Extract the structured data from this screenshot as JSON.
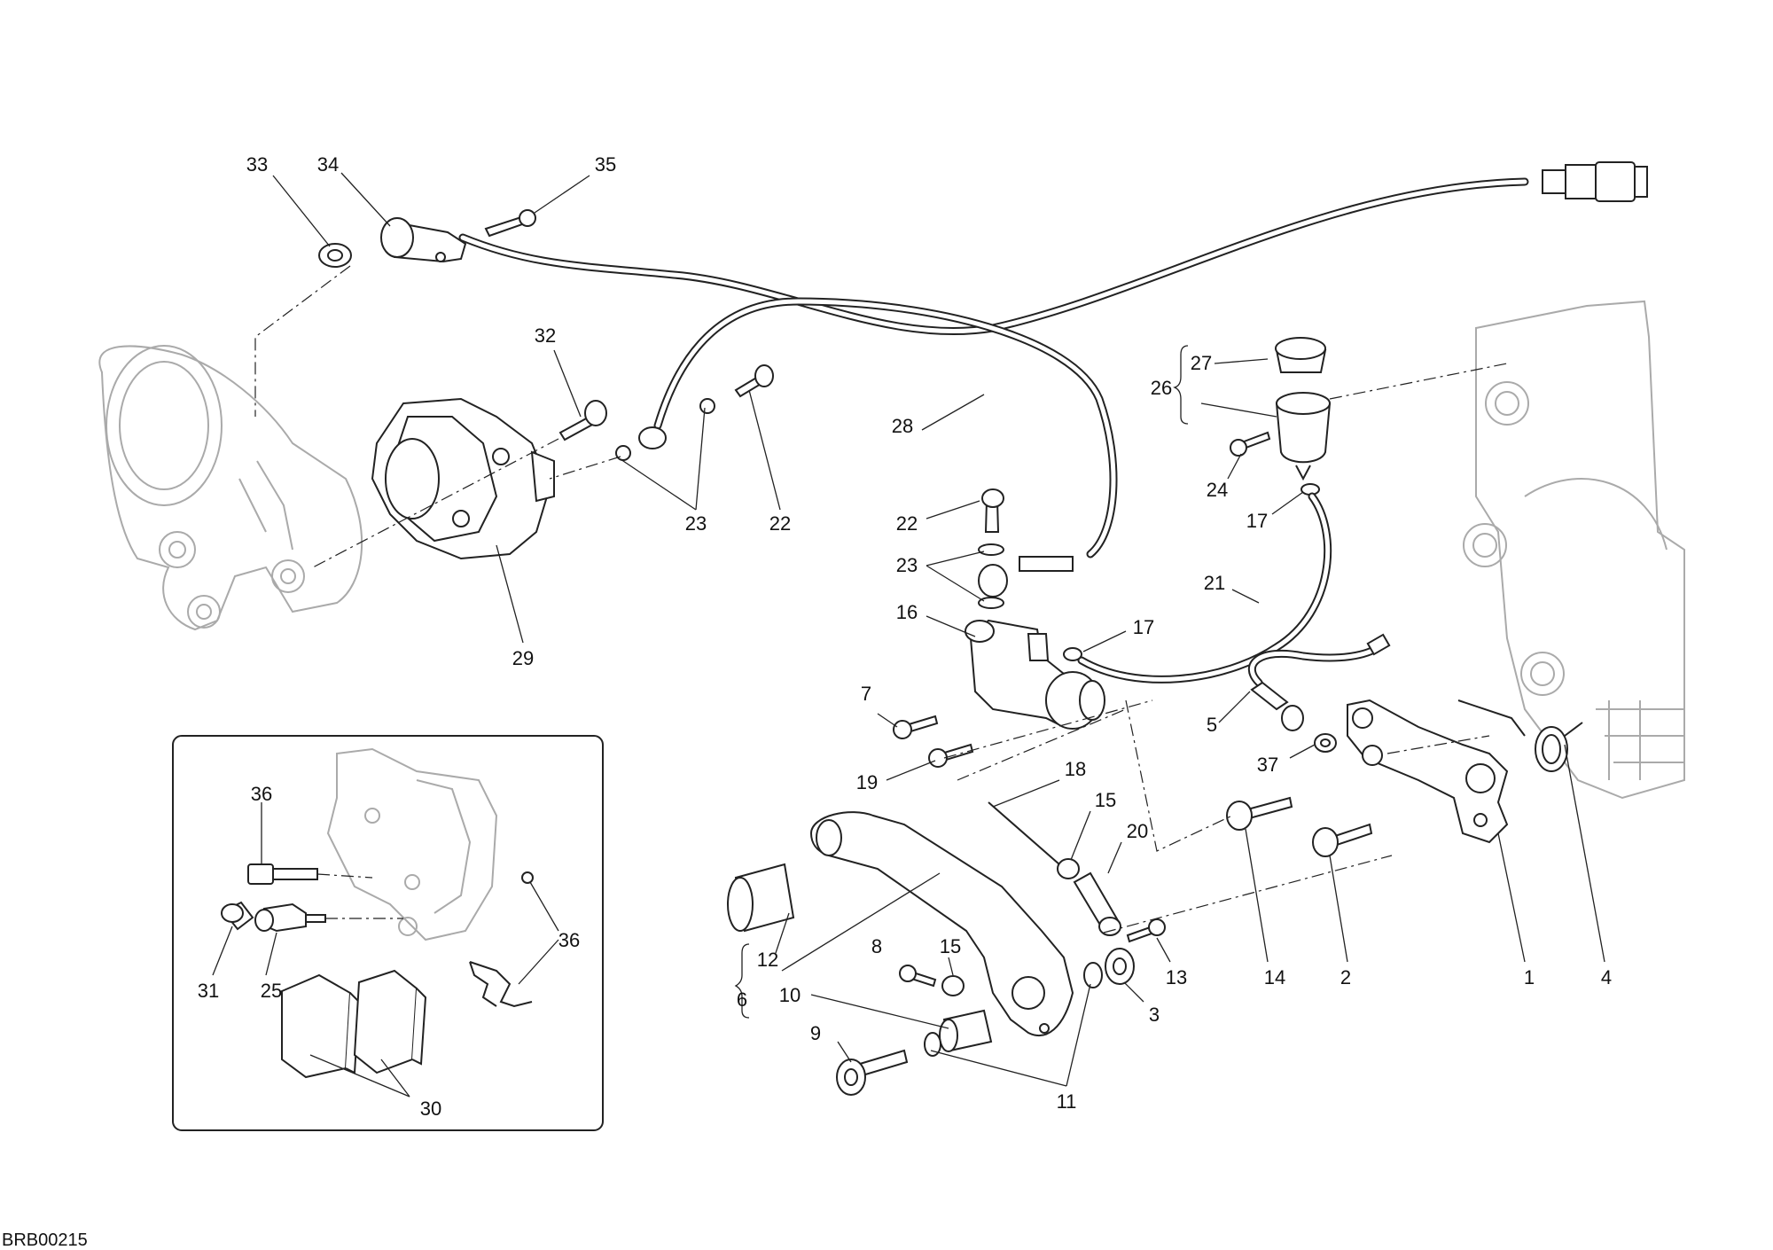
{
  "drawing_code": "BRB00215",
  "callouts": [
    {
      "id": "c33",
      "text": "33"
    },
    {
      "id": "c34",
      "text": "34"
    },
    {
      "id": "c35",
      "text": "35"
    },
    {
      "id": "c32",
      "text": "32"
    },
    {
      "id": "c28",
      "text": "28"
    },
    {
      "id": "c23a",
      "text": "23"
    },
    {
      "id": "c22a",
      "text": "22"
    },
    {
      "id": "c29",
      "text": "29"
    },
    {
      "id": "c27",
      "text": "27"
    },
    {
      "id": "c26",
      "text": "26"
    },
    {
      "id": "c24",
      "text": "24"
    },
    {
      "id": "c17a",
      "text": "17"
    },
    {
      "id": "c22b",
      "text": "22"
    },
    {
      "id": "c23b",
      "text": "23"
    },
    {
      "id": "c21",
      "text": "21"
    },
    {
      "id": "c16",
      "text": "16"
    },
    {
      "id": "c17b",
      "text": "17"
    },
    {
      "id": "c7",
      "text": "7"
    },
    {
      "id": "c5",
      "text": "5"
    },
    {
      "id": "c37",
      "text": "37"
    },
    {
      "id": "c19",
      "text": "19"
    },
    {
      "id": "c18",
      "text": "18"
    },
    {
      "id": "c15a",
      "text": "15"
    },
    {
      "id": "c20",
      "text": "20"
    },
    {
      "id": "c12",
      "text": "12"
    },
    {
      "id": "c8",
      "text": "8"
    },
    {
      "id": "c15b",
      "text": "15"
    },
    {
      "id": "c13",
      "text": "13"
    },
    {
      "id": "c14",
      "text": "14"
    },
    {
      "id": "c2",
      "text": "2"
    },
    {
      "id": "c1",
      "text": "1"
    },
    {
      "id": "c4",
      "text": "4"
    },
    {
      "id": "c3",
      "text": "3"
    },
    {
      "id": "c6",
      "text": "6"
    },
    {
      "id": "c10",
      "text": "10"
    },
    {
      "id": "c9",
      "text": "9"
    },
    {
      "id": "c11",
      "text": "11"
    },
    {
      "id": "c36a",
      "text": "36"
    },
    {
      "id": "c36b",
      "text": "36"
    },
    {
      "id": "c31",
      "text": "31"
    },
    {
      "id": "c25",
      "text": "25"
    },
    {
      "id": "c30",
      "text": "30"
    }
  ]
}
